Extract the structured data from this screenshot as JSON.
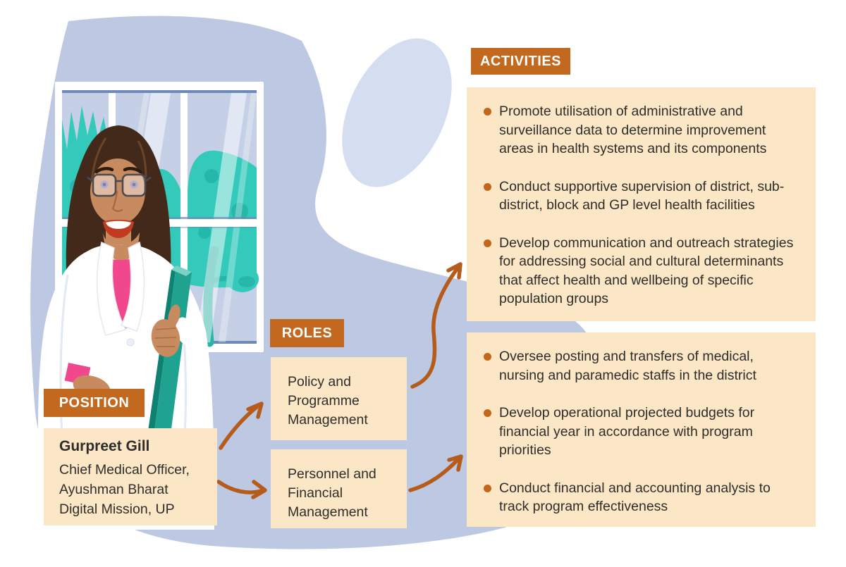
{
  "colors": {
    "blob": "#BDC8E3",
    "blob_light": "#D5DDF0",
    "header_bg": "#C2691F",
    "header_text": "#FFFFFF",
    "card_bg": "#FBE7C5",
    "bullet": "#C2661A",
    "arrow": "#B55B1C",
    "body_text": "#2F2D2B",
    "tree_teal": "#33C9BB",
    "window_glass": "#C5D0E6",
    "doctor_coat": "#FFFFFF",
    "doctor_top_pink": "#F0478D",
    "clipboard_teal": "#1FA390"
  },
  "illustration": {
    "alt": "Female doctor with glasses and white coat holding a teal clipboard, standing before a window with teal trees"
  },
  "position": {
    "header": "POSITION",
    "name": "Gurpreet Gill",
    "title_line_1": "Chief Medical Officer,",
    "title_line_2": "Ayushman Bharat",
    "title_line_3": "Digital Mission, UP"
  },
  "roles": {
    "header": "ROLES",
    "items": [
      {
        "label": "Policy and Programme Management"
      },
      {
        "label": "Personnel and Financial Management"
      }
    ]
  },
  "activities": {
    "header": "ACTIVITIES",
    "groups": [
      {
        "bullets": [
          "Promote utilisation of administrative and surveillance data to determine improvement areas in health systems and its components",
          "Conduct supportive supervision of district, sub-district, block and GP level health facilities",
          "Develop communication and outreach strategies for addressing social and cultural determinants that affect health and wellbeing of specific population groups"
        ]
      },
      {
        "bullets": [
          "Oversee posting and transfers of medical, nursing and paramedic staffs in the district",
          "Develop operational projected budgets for financial year in accordance with program priorities",
          "Conduct financial and accounting analysis to track program effectiveness"
        ]
      }
    ]
  }
}
